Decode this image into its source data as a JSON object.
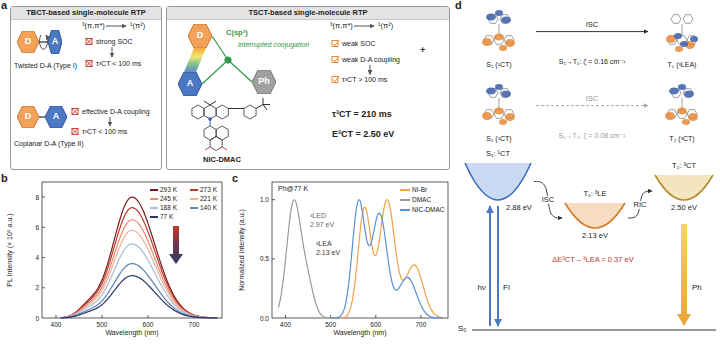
{
  "diagram": {
    "nodes": [
      {
        "text": [
          "TBCT-based single-molecule RTP"
        ]
      },
      {
        "text": [
          "D"
        ],
        "in": 0
      },
      {
        "text": [
          "A"
        ],
        "in": 0
      },
      {
        "text": [
          "D"
        ],
        "in": 0
      },
      {
        "text": [
          "A"
        ],
        "in": 0
      },
      {
        "text": [
          "TSCT-based single-molecule RTP"
        ]
      },
      {
        "text": [
          "D"
        ],
        "in": 5
      },
      {
        "text": [
          "A"
        ],
        "in": 5
      },
      {
        "text": [
          "Ph"
        ],
        "in": 5
      },
      {
        "text": [
          "S₁ (¹CT)"
        ]
      },
      {
        "text": [
          "T₁ (³LEA)"
        ]
      },
      {
        "text": [
          "S₁ (¹CT)"
        ]
      },
      {
        "text": [
          "T₂ (³CT)"
        ]
      },
      {
        "text": [
          "S₁: ¹CT",
          "2.88 eV"
        ]
      },
      {
        "text": [
          "T₁: ³LE",
          "2.13 eV"
        ]
      },
      {
        "text": [
          "T₂: ³CT",
          "2.50 eV"
        ]
      }
    ],
    "edges": [
      {
        "from": 1,
        "to": 2,
        "arrow": "none"
      },
      {
        "from": 3,
        "to": 4,
        "arrow": "none"
      },
      {
        "from": 9,
        "to": 10,
        "arrow": "to",
        "label": "ISC"
      },
      {
        "from": 11,
        "to": 12,
        "arrow": "to",
        "label": "ISC"
      },
      {
        "from": 13,
        "to": 14,
        "arrow": "to",
        "label": "ISC"
      },
      {
        "from": 14,
        "to": 15,
        "arrow": "to",
        "label": "RIC"
      }
    ],
    "labels": [
      "a",
      "Twisted D-A (Type I)",
      "³(π,π*)",
      "¹(π²)",
      "strong SOC",
      "τ³CT < 100 ms",
      "effective D-A coupling",
      "τ³CT < 100 ms",
      "Coplanar D-A (Type II)",
      "C(sp³)",
      "interrupted conjugation",
      "³(π,π*)",
      "¹(π²)",
      "weak SOC",
      "+",
      "weak D-A coupling",
      "τ³CT > 100 ms",
      "NIC-DMAC",
      "τ³CT = 210 ms",
      "E³CT = 2.50 eV",
      "b",
      "PL Intensity (× 10⁵ a.u.)",
      "Wavelength (nm)",
      "400",
      "500",
      "600",
      "700",
      "0",
      "2",
      "4",
      "6",
      "8",
      "c",
      "Ph@77 K",
      "³LED",
      "2.97 eV",
      "³LEA",
      "2.13 eV",
      "Normalized Intensity (a.u.)",
      "Wavelength (nm)",
      "400",
      "500",
      "600",
      "700",
      "0.0",
      "0.5",
      "1.0",
      "d",
      "S₁→T₁: ζ = 0.16 cm⁻¹",
      "S₁→T₂: ζ = 0.08 cm⁻¹",
      "hν",
      "Fl",
      "Ph",
      "S₀",
      "ΔE³CT – ³LEA = 0.37 eV"
    ],
    "legend": [
      {
        "text": "293 K",
        "color": "#7b1a1a"
      },
      {
        "text": "273 K",
        "color": "#c0392b"
      },
      {
        "text": "245 K",
        "color": "#e98a6f"
      },
      {
        "text": "221 K",
        "color": "#f0b09a"
      },
      {
        "text": "188 K",
        "color": "#a7bcd6"
      },
      {
        "text": "140 K",
        "color": "#5f80b4"
      },
      {
        "text": "77 K",
        "color": "#27366b"
      },
      {
        "text": "NI-Br",
        "color": "#f4a14a"
      },
      {
        "text": "DMAC",
        "color": "#9a9a9a"
      },
      {
        "text": "NIC-DMAC",
        "color": "#5b8fd6"
      }
    ]
  }
}
